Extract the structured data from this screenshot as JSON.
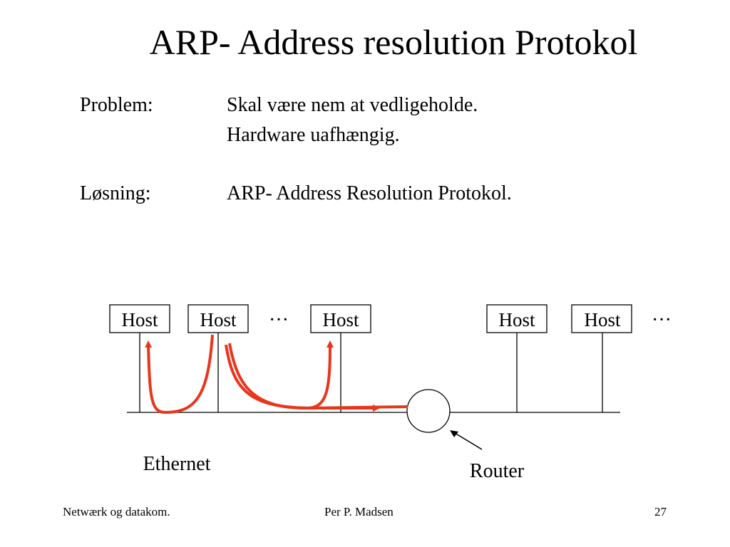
{
  "title": "ARP- Address resolution Protokol",
  "problem": {
    "label": "Problem:",
    "lines": [
      "Skal være nem at vedligeholde.",
      "Hardware uafhængig."
    ]
  },
  "solution": {
    "label": "Løsning:",
    "text": "ARP- Address Resolution Protokol."
  },
  "diagram": {
    "hosts": [
      "Host",
      "Host",
      "Host",
      "Host",
      "Host"
    ],
    "ellipsis": "···",
    "network_label": "Ethernet",
    "router_label": "Router",
    "arrow_color": "#e8361b"
  },
  "footer": {
    "left": "Netwærk og datakom.",
    "center": "Per P. Madsen",
    "page": "27"
  }
}
